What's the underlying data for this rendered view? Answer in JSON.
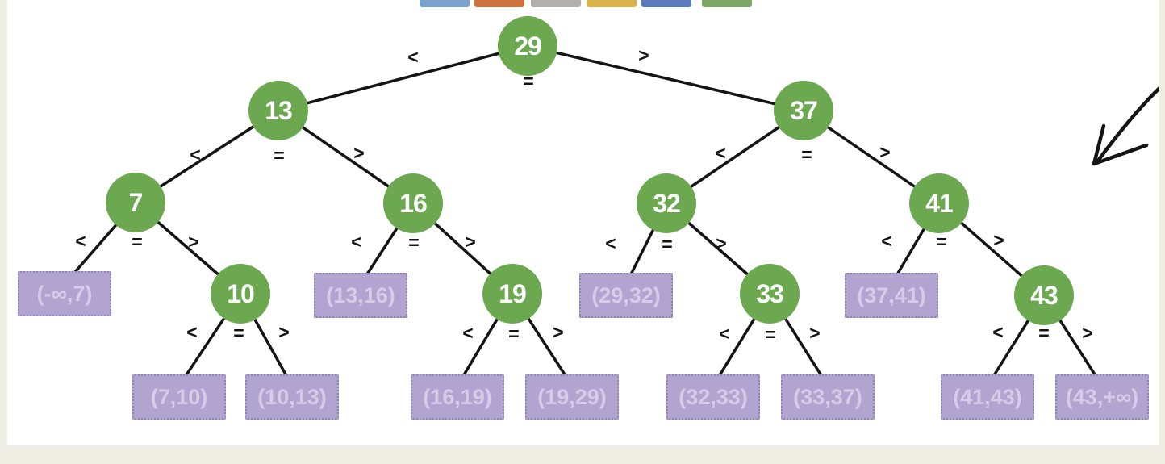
{
  "palette": {
    "swatches": [
      {
        "name": "light-blue",
        "color": "#7BA3CD"
      },
      {
        "name": "orange",
        "color": "#CC7340"
      },
      {
        "name": "gray",
        "color": "#B2B0AD"
      },
      {
        "name": "yellow",
        "color": "#D9B34A"
      },
      {
        "name": "blue",
        "color": "#5B79BD"
      },
      {
        "name": "green",
        "color": "#7EA667"
      }
    ]
  },
  "diagram": {
    "edge_labels": {
      "less": "<",
      "equal": "=",
      "greater": ">"
    },
    "colors": {
      "node_fill": "#6BA84F",
      "node_text": "#FFFFFF",
      "leaf_fill": "#B1A4D0",
      "leaf_text": "#D5CCE8",
      "leaf_border": "#9186B0",
      "edge": "#141414",
      "annotation": "#141414",
      "canvas": "#FFFFFF",
      "paper": "#F0EDE4"
    },
    "nodes": [
      {
        "value": "29"
      },
      {
        "value": "13"
      },
      {
        "value": "37"
      },
      {
        "value": "7"
      },
      {
        "value": "16"
      },
      {
        "value": "32"
      },
      {
        "value": "41"
      },
      {
        "value": "10"
      },
      {
        "value": "19"
      },
      {
        "value": "33"
      },
      {
        "value": "43"
      }
    ],
    "leaves": [
      {
        "label": "(-∞,7)"
      },
      {
        "label": "(13,16)"
      },
      {
        "label": "(29,32)"
      },
      {
        "label": "(37,41)"
      },
      {
        "label": "(7,10)"
      },
      {
        "label": "(10,13)"
      },
      {
        "label": "(16,19)"
      },
      {
        "label": "(19,29)"
      },
      {
        "label": "(32,33)"
      },
      {
        "label": "(33,37)"
      },
      {
        "label": "(41,43)"
      },
      {
        "label": "(43,+∞)"
      }
    ],
    "edges": [
      [
        "29",
        "13"
      ],
      [
        "29",
        "37"
      ],
      [
        "13",
        "7"
      ],
      [
        "13",
        "16"
      ],
      [
        "37",
        "32"
      ],
      [
        "37",
        "41"
      ],
      [
        "7",
        "(-∞,7)"
      ],
      [
        "7",
        "10"
      ],
      [
        "16",
        "(13,16)"
      ],
      [
        "16",
        "19"
      ],
      [
        "32",
        "(29,32)"
      ],
      [
        "32",
        "33"
      ],
      [
        "41",
        "(37,41)"
      ],
      [
        "41",
        "43"
      ],
      [
        "10",
        "(7,10)"
      ],
      [
        "10",
        "(10,13)"
      ],
      [
        "19",
        "(16,19)"
      ],
      [
        "19",
        "(19,29)"
      ],
      [
        "33",
        "(32,33)"
      ],
      [
        "33",
        "(33,37)"
      ],
      [
        "43",
        "(41,43)"
      ],
      [
        "43",
        "(43,+∞)"
      ]
    ]
  }
}
